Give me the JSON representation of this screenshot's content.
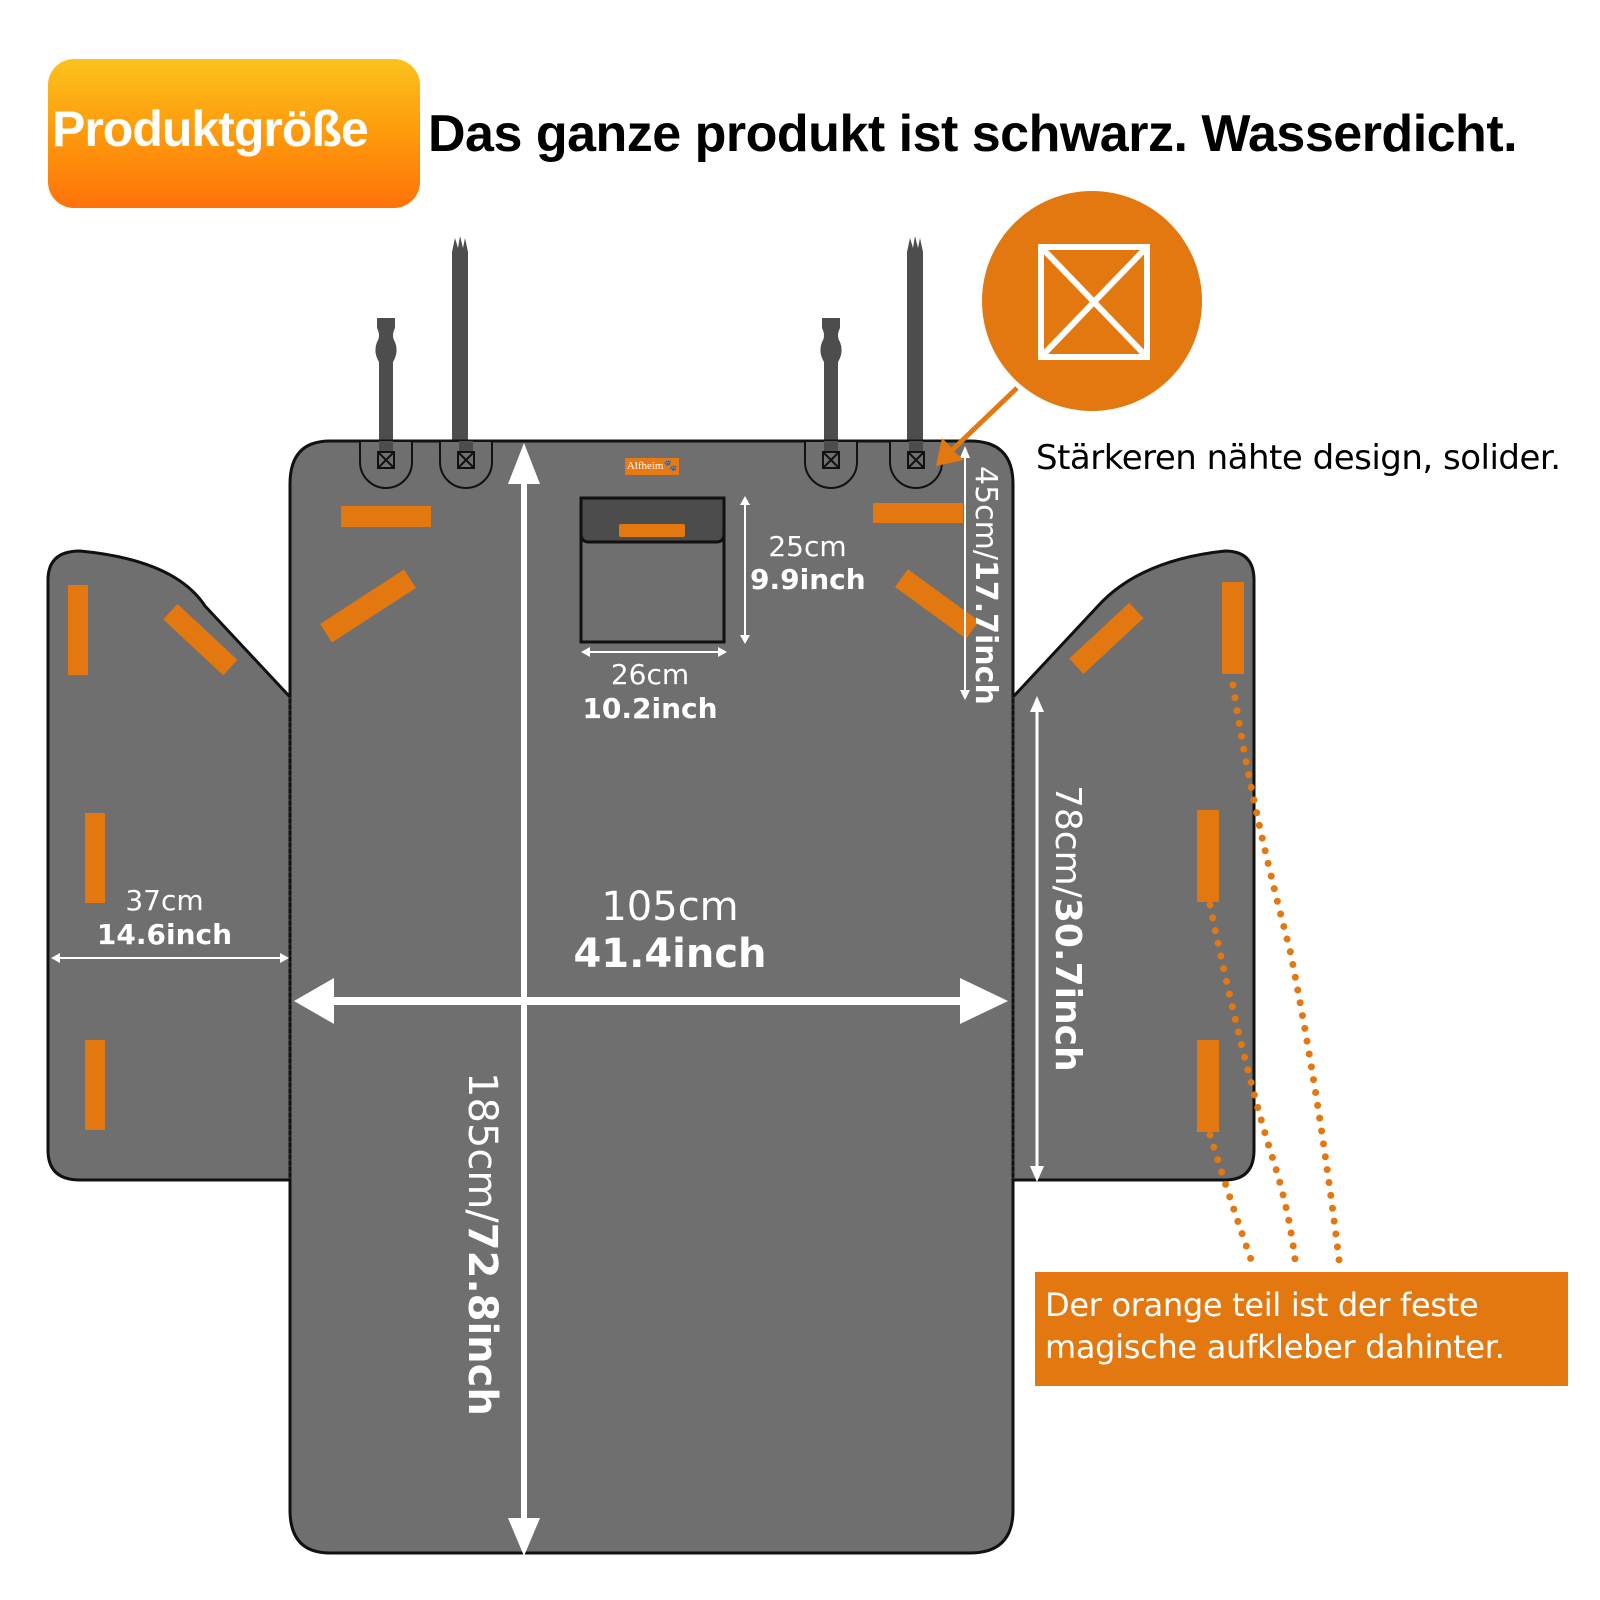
{
  "header": {
    "badge_label": "Produktgröße",
    "headline": "Das ganze produkt ist schwarz. Wasserdicht."
  },
  "colors": {
    "mat": "#6f6f6f",
    "mat_dark": "#4c4c4c",
    "accent_orange": "#e2780f",
    "badge_gradient_top": "#fcc21c",
    "badge_gradient_bottom": "#fe720a",
    "measure_white": "#ffffff"
  },
  "product": {
    "brand_label": "Alfheim🐾",
    "icons": [
      "strap-icon",
      "stitch-box-icon",
      "velcro-patch-icon",
      "pocket-icon"
    ]
  },
  "dimensions": {
    "pocket_height": {
      "cm": "25cm",
      "inch": "9.9inch"
    },
    "pocket_width": {
      "cm": "26cm",
      "inch": "10.2inch"
    },
    "side_flap_width": {
      "cm": "37cm",
      "inch": "14.6inch"
    },
    "main_width": {
      "cm": "105cm",
      "inch": "41.4inch"
    },
    "main_length": {
      "cm": "185cm/",
      "inch": "72.8inch"
    },
    "top_section_height": {
      "cm": "45cm/",
      "inch": "17.7inch"
    },
    "side_flap_height": {
      "cm": "78cm/",
      "inch": "30.7inch"
    }
  },
  "annotations": {
    "stitch_note": "Stärkeren nähte design, solider.",
    "velcro_note_line1": "Der orange teil ist der feste",
    "velcro_note_line2": "magische aufkleber dahinter."
  }
}
